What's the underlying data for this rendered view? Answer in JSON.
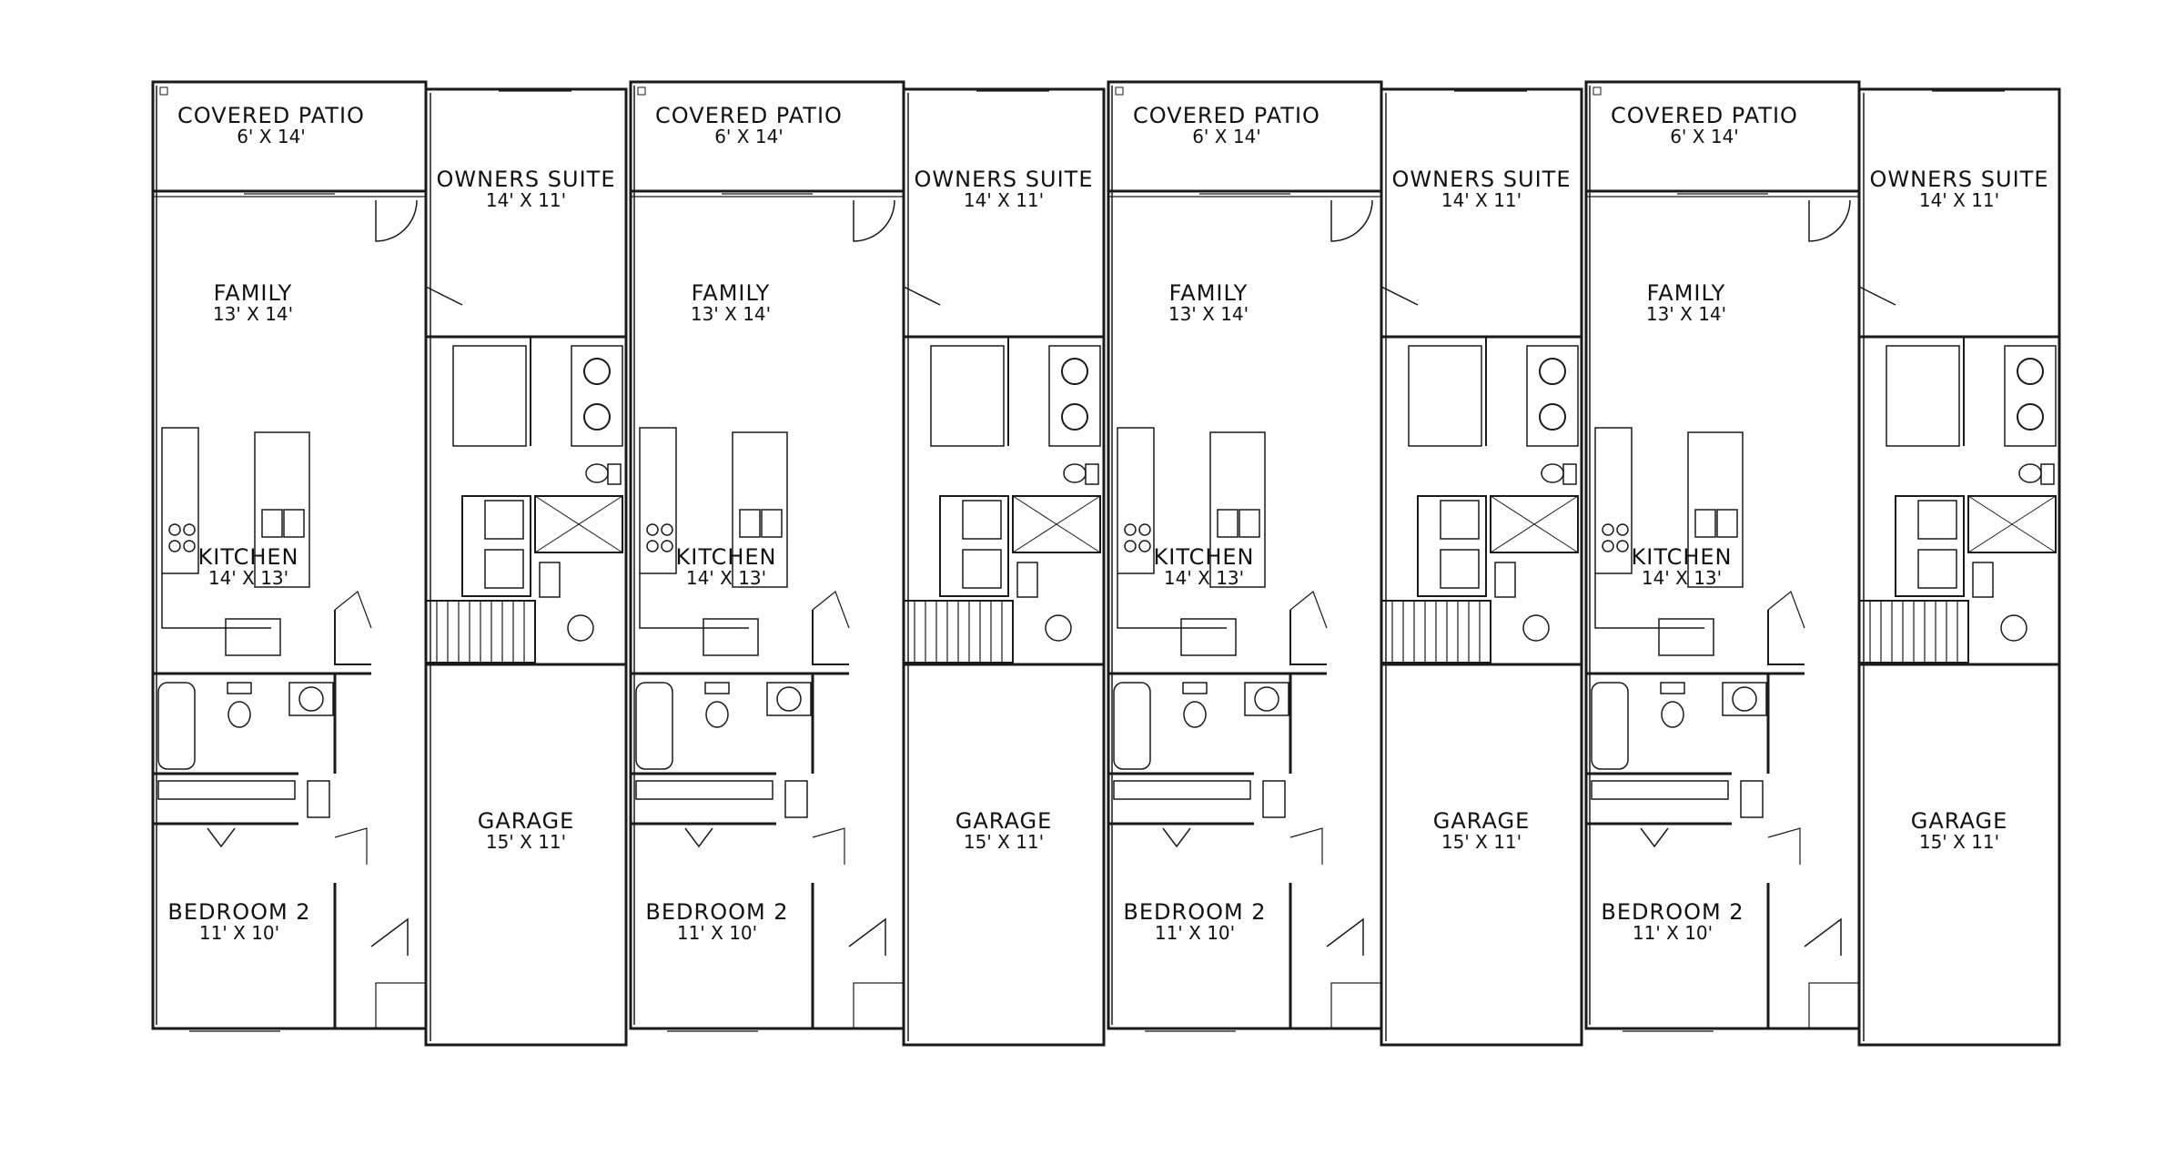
{
  "units": [
    {
      "unit": 1,
      "rooms": {
        "covered_patio": {
          "name": "COVERED PATIO",
          "dims": "6' X 14'"
        },
        "owners_suite": {
          "name": "OWNERS SUITE",
          "dims": "14' X 11'"
        },
        "family": {
          "name": "FAMILY",
          "dims": "13' X 14'"
        },
        "kitchen": {
          "name": "KITCHEN",
          "dims": "14' X 13'"
        },
        "garage": {
          "name": "GARAGE",
          "dims": "15' X 11'"
        },
        "bedroom_2": {
          "name": "BEDROOM 2",
          "dims": "11' X 10'"
        }
      }
    },
    {
      "unit": 2,
      "rooms": {
        "covered_patio": {
          "name": "COVERED PATIO",
          "dims": "6' X 14'"
        },
        "owners_suite": {
          "name": "OWNERS SUITE",
          "dims": "14' X 11'"
        },
        "family": {
          "name": "FAMILY",
          "dims": "13' X 14'"
        },
        "kitchen": {
          "name": "KITCHEN",
          "dims": "14' X 13'"
        },
        "garage": {
          "name": "GARAGE",
          "dims": "15' X 11'"
        },
        "bedroom_2": {
          "name": "BEDROOM 2",
          "dims": "11' X 10'"
        }
      }
    },
    {
      "unit": 3,
      "rooms": {
        "covered_patio": {
          "name": "COVERED PATIO",
          "dims": "6' X 14'"
        },
        "owners_suite": {
          "name": "OWNERS SUITE",
          "dims": "14' X 11'"
        },
        "family": {
          "name": "FAMILY",
          "dims": "13' X 14'"
        },
        "kitchen": {
          "name": "KITCHEN",
          "dims": "14' X 13'"
        },
        "garage": {
          "name": "GARAGE",
          "dims": "15' X 11'"
        },
        "bedroom_2": {
          "name": "BEDROOM 2",
          "dims": "11' X 10'"
        }
      }
    },
    {
      "unit": 4,
      "rooms": {
        "covered_patio": {
          "name": "COVERED PATIO",
          "dims": "6' X 14'"
        },
        "owners_suite": {
          "name": "OWNERS SUITE",
          "dims": "14' X 11'"
        },
        "family": {
          "name": "FAMILY",
          "dims": "13' X 14'"
        },
        "kitchen": {
          "name": "KITCHEN",
          "dims": "14' X 13'"
        },
        "garage": {
          "name": "GARAGE",
          "dims": "15' X 11'"
        },
        "bedroom_2": {
          "name": "BEDROOM 2",
          "dims": "11' X 10'"
        }
      }
    }
  ],
  "colors": {
    "line": "#1a1a1a",
    "background": "#ffffff"
  }
}
